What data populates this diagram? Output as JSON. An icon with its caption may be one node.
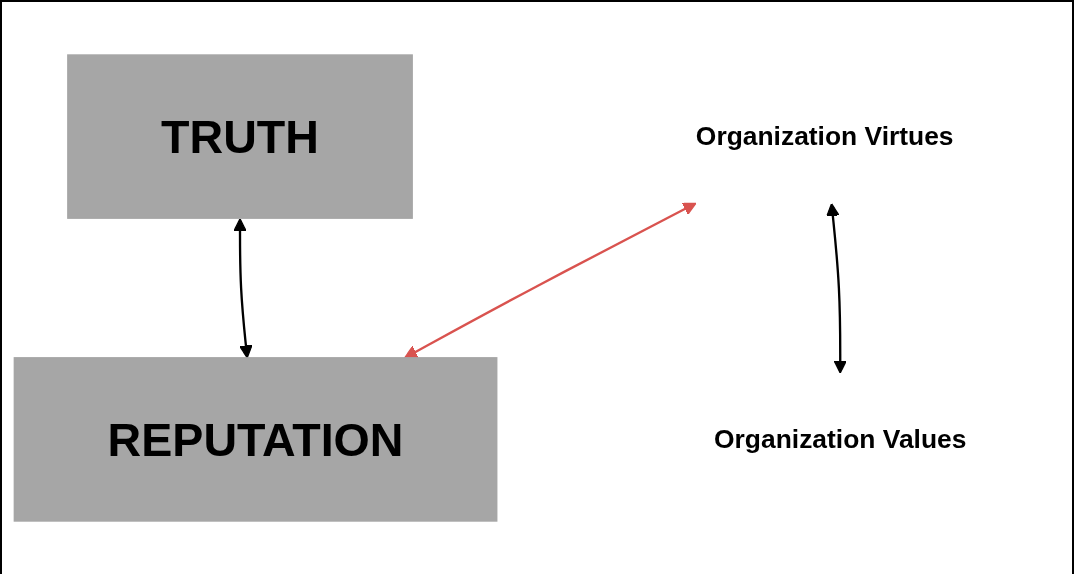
{
  "diagram": {
    "nodes": [
      {
        "text": [
          "TRUTH"
        ]
      },
      {
        "text": [
          "REPUTATION"
        ]
      },
      {
        "text": [
          "Organization Virtues"
        ]
      },
      {
        "text": [
          "Organization Values"
        ]
      }
    ],
    "edges": [
      {
        "from": 0,
        "to": 1,
        "arrow": "both"
      },
      {
        "from": 2,
        "to": 3,
        "arrow": "both"
      },
      {
        "from": 2,
        "to": 1,
        "arrow": "both",
        "color": "#d9534f"
      }
    ]
  }
}
